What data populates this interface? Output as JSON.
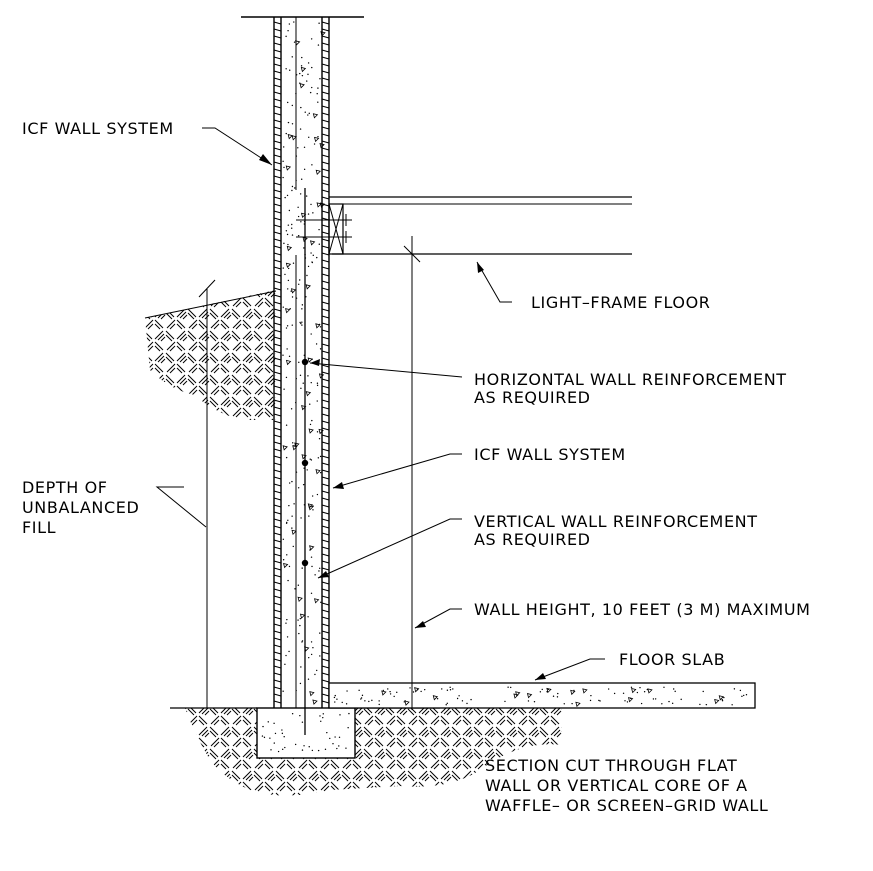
{
  "labels": {
    "icf_wall_top": "ICF WALL SYSTEM",
    "light_frame_floor": "LIGHT–FRAME FLOOR",
    "horizontal_reinf_1": "HORIZONTAL WALL REINFORCEMENT",
    "horizontal_reinf_2": "AS REQUIRED",
    "icf_wall_mid": "ICF WALL SYSTEM",
    "depth_1": "DEPTH OF",
    "depth_2": "UNBALANCED",
    "depth_3": "FILL",
    "vertical_reinf_1": "VERTICAL WALL REINFORCEMENT",
    "vertical_reinf_2": "AS REQUIRED",
    "wall_height": "WALL HEIGHT, 10 FEET (3 M) MAXIMUM",
    "floor_slab": "FLOOR SLAB",
    "section_1": "SECTION CUT THROUGH FLAT",
    "section_2": "WALL OR VERTICAL CORE OF A",
    "section_3": "WAFFLE– OR SCREEN–GRID WALL"
  },
  "colors": {
    "ink": "#000000",
    "paper": "#ffffff"
  }
}
